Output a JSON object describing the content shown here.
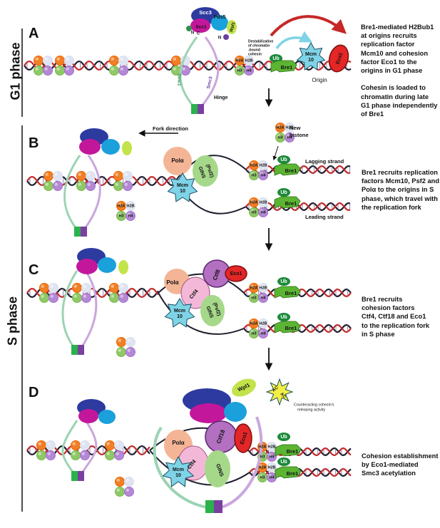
{
  "phases": {
    "g1": "G1 phase",
    "s": "S phase"
  },
  "panels": {
    "A": {
      "letter": "A",
      "labels": {
        "scc3": "Scc3",
        "pds5": "Pds5",
        "scc1": "Scc1",
        "wpl1": "Wpl1",
        "n": "N",
        "c": "C",
        "destab1": "Destabilization",
        "destab2": "of chromatin",
        "destab3": "-bound",
        "destab4": "cohesin",
        "smc1": "Smc1",
        "smc3": "Smc3",
        "hinge": "Hinge",
        "ub": "Ub",
        "mcm_a": "Mcm",
        "mcm_b": "10",
        "eco1": "Eco1",
        "bre1": "Bre1",
        "origin": "Origin"
      },
      "desc": [
        "Bre1-mediated H2Bub1",
        "at origins recruits",
        "replication factor",
        "Mcm10 and cohesion",
        "factor Eco1 to the",
        "origins in G1 phase",
        "",
        "Cohesin is loaded to",
        "chromatin during late",
        "G1 phase independently",
        "of Bre1"
      ]
    },
    "B": {
      "letter": "B",
      "labels": {
        "fork_direction": "Fork direction",
        "new_histone_a": "New",
        "new_histone_b": "histone",
        "pola": "Polα",
        "gins": "GINS",
        "psf2": "(Psf2)",
        "mcm_a": "Mcm",
        "mcm_b": "10",
        "ub": "Ub",
        "bre1": "Bre1",
        "lagging": "Lagging  strand",
        "leading": "Leading strand"
      },
      "desc": [
        "Bre1 recruits replication",
        "factors Mcm10, Psf2 and",
        "Polα to the origins in S",
        "phase, which travel with",
        "the replication fork"
      ]
    },
    "C": {
      "letter": "C",
      "labels": {
        "pola": "Polα",
        "ctf4": "Ctf4",
        "ctf8": "Ctf8",
        "eco1": "Eco1",
        "gins": "GINS",
        "psf2": "(Psf2)",
        "mcm_a": "Mcm",
        "mcm_b": "10",
        "ub": "Ub",
        "bre1": "Bre1"
      },
      "desc": [
        "Bre1 recruits",
        "cohesion factors",
        "Ctf4, Ctf18 and Eco1",
        "to the replication fork",
        "in S phase"
      ]
    },
    "D": {
      "letter": "D",
      "labels": {
        "wpl1": "Wpl1",
        "ac": "AC",
        "counter1": "Counteracting cohesin's",
        "counter2": "releasing activity",
        "pola": "Polα",
        "ctf18": "Ctf18",
        "eco1": "Eco1",
        "ctf4": "Ctf4",
        "gins": "GINS",
        "mcm_a": "Mcm",
        "mcm_b": "10",
        "ub": "Ub",
        "bre1": "Bre1"
      },
      "desc": [
        "Cohesion establishment",
        "by Eco1-mediated",
        "Smc3 acetylation"
      ]
    }
  },
  "histones": {
    "h2a": "H2A",
    "h2b": "H2B",
    "h3": "H3",
    "h4": "H4"
  },
  "colors": {
    "histone_orange": "#f07f25",
    "histone_white": "#dfe4f2",
    "histone_green": "#8fc867",
    "histone_purple": "#b488d5",
    "ub_green": "#1b8a3a",
    "bre1_green": "#5bb532",
    "mcm10_teal": "#7fd3e6",
    "eco1_red": "#e32626",
    "pola_peach": "#f4b596",
    "gins_green": "#a6d88a",
    "ctf_purple": "#b36fc0",
    "scc3_blue": "#2d3aa0",
    "scc1_magenta": "#c3179b",
    "pds5_cyan": "#1aa0db",
    "wpl1_lime": "#c3e34b",
    "dna_red": "#c62828",
    "dna_dark": "#1e1e2e"
  }
}
